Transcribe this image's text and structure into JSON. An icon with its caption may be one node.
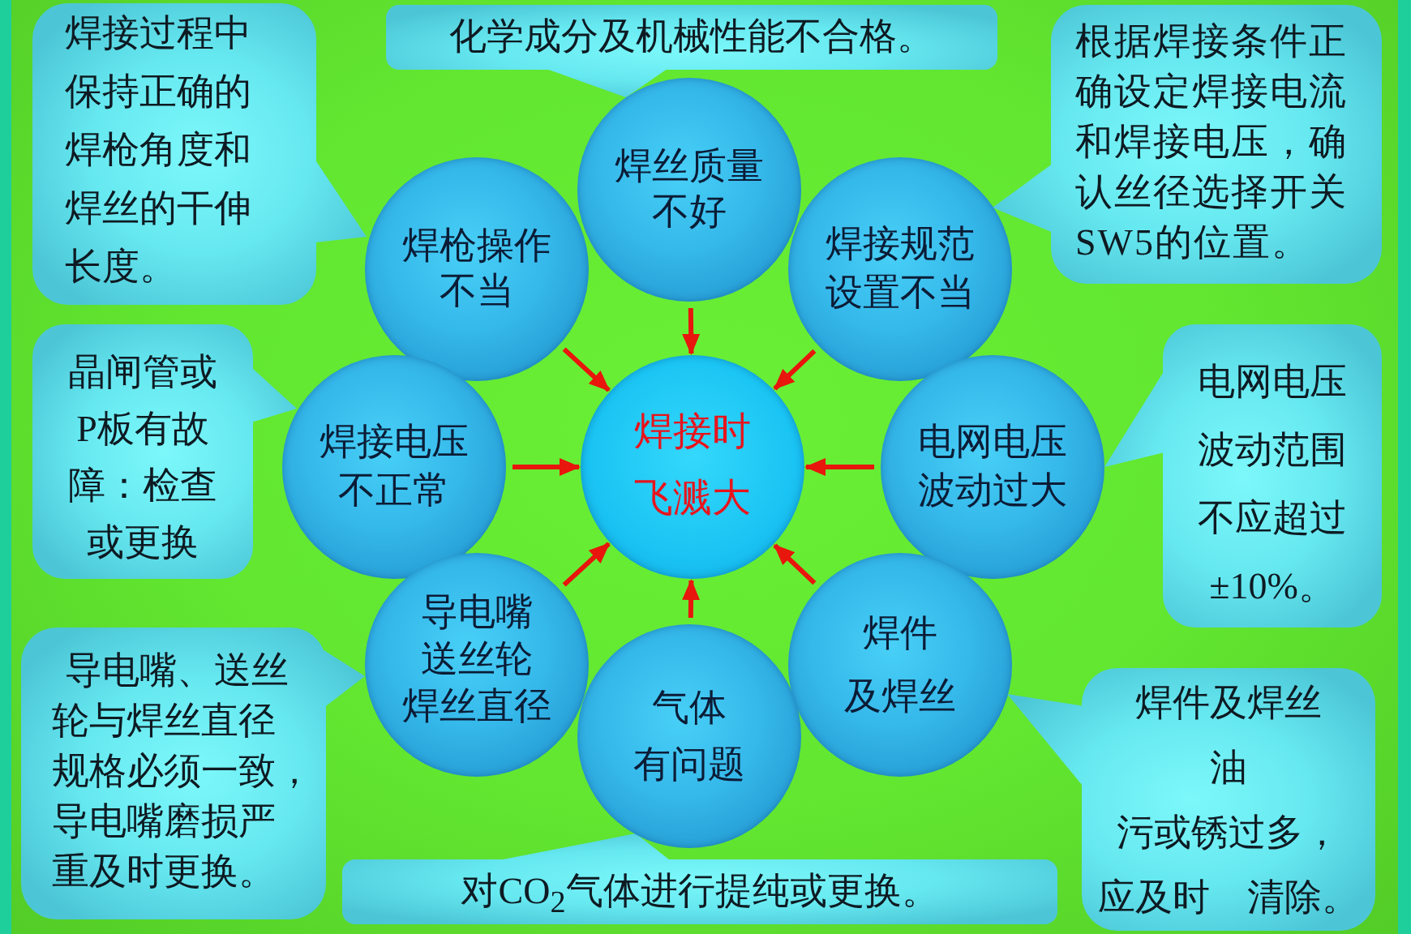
{
  "diagram": {
    "nodes": [
      {
        "text": [
          "焊接过程中保持正确的焊枪角度和焊丝的干伸长度。"
        ]
      },
      {
        "text": [
          "化学成分及机械性能不合格。"
        ]
      },
      {
        "text": [
          "根据焊接条件正确设定焊接电流和焊接电压，确认丝径选择开关SW5的位置。"
        ]
      },
      {
        "text": [
          "焊丝质量不好"
        ]
      },
      {
        "text": [
          "焊枪操作不当"
        ]
      },
      {
        "text": [
          "焊接规范设置不当"
        ]
      },
      {
        "text": [
          "晶闸管或P板有故障：检查或更换"
        ]
      },
      {
        "text": [
          "焊接电压不正常"
        ]
      },
      {
        "text": [
          "焊接时飞溅大"
        ]
      },
      {
        "text": [
          "电网电压波动过大"
        ]
      },
      {
        "text": [
          "电网电压波动范围不应超过±10%。"
        ]
      },
      {
        "text": [
          "导电嘴送丝轮焊丝直径"
        ]
      },
      {
        "text": [
          "焊件及焊丝"
        ]
      },
      {
        "text": [
          "导电嘴、送丝轮与焊丝直径规格必须一致，导电嘴磨损严重及时更换。"
        ]
      },
      {
        "text": [
          "气体有问题"
        ]
      },
      {
        "text": [
          "焊件及焊丝油污或锈过多，应及时　清除。"
        ]
      },
      {
        "text": [
          "对CO$_{2}$气体进行提纯或更换。"
        ]
      }
    ],
    "edges": [
      {
        "from": 3,
        "to": 8,
        "arrow": "to"
      },
      {
        "from": 4,
        "to": 8,
        "arrow": "to"
      },
      {
        "from": 5,
        "to": 8,
        "arrow": "to"
      },
      {
        "from": 7,
        "to": 8,
        "arrow": "to"
      },
      {
        "from": 9,
        "to": 8,
        "arrow": "to"
      },
      {
        "from": 11,
        "to": 8,
        "arrow": "to"
      },
      {
        "from": 12,
        "to": 8,
        "arrow": "to"
      },
      {
        "from": 14,
        "to": 8,
        "arrow": "to"
      }
    ]
  }
}
